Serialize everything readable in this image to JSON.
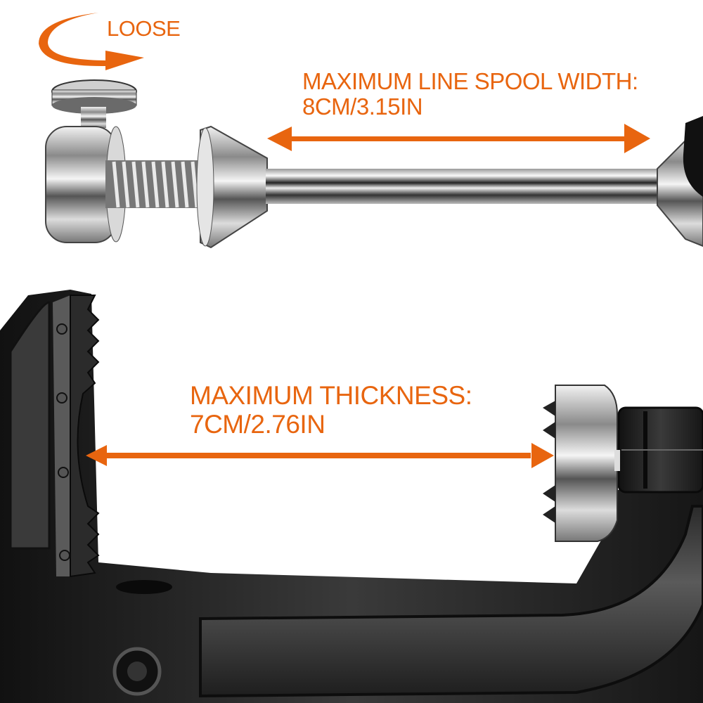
{
  "annotations": {
    "loose": {
      "label": "LOOSE",
      "icon": "curved-arrow-icon"
    },
    "spool_width": {
      "title": "MAXIMUM LINE SPOOL WIDTH:",
      "value": "8CM/3.15IN",
      "icon": "double-headed-arrow-icon"
    },
    "thickness": {
      "title": "MAXIMUM THICKNESS:",
      "value": "7CM/2.76IN",
      "icon": "double-headed-arrow-icon"
    }
  },
  "colors": {
    "accent": "#e8650f",
    "background": "#ffffff",
    "metal_dark": "#1c1c1c",
    "chrome": "#c8c8c8"
  },
  "product": {
    "parts": [
      "thumb-screw",
      "spring-collar",
      "spool-cone-left",
      "spool-shaft",
      "spool-cone-right",
      "c-clamp-jaw",
      "clamp-pad",
      "c-clamp-body"
    ]
  }
}
